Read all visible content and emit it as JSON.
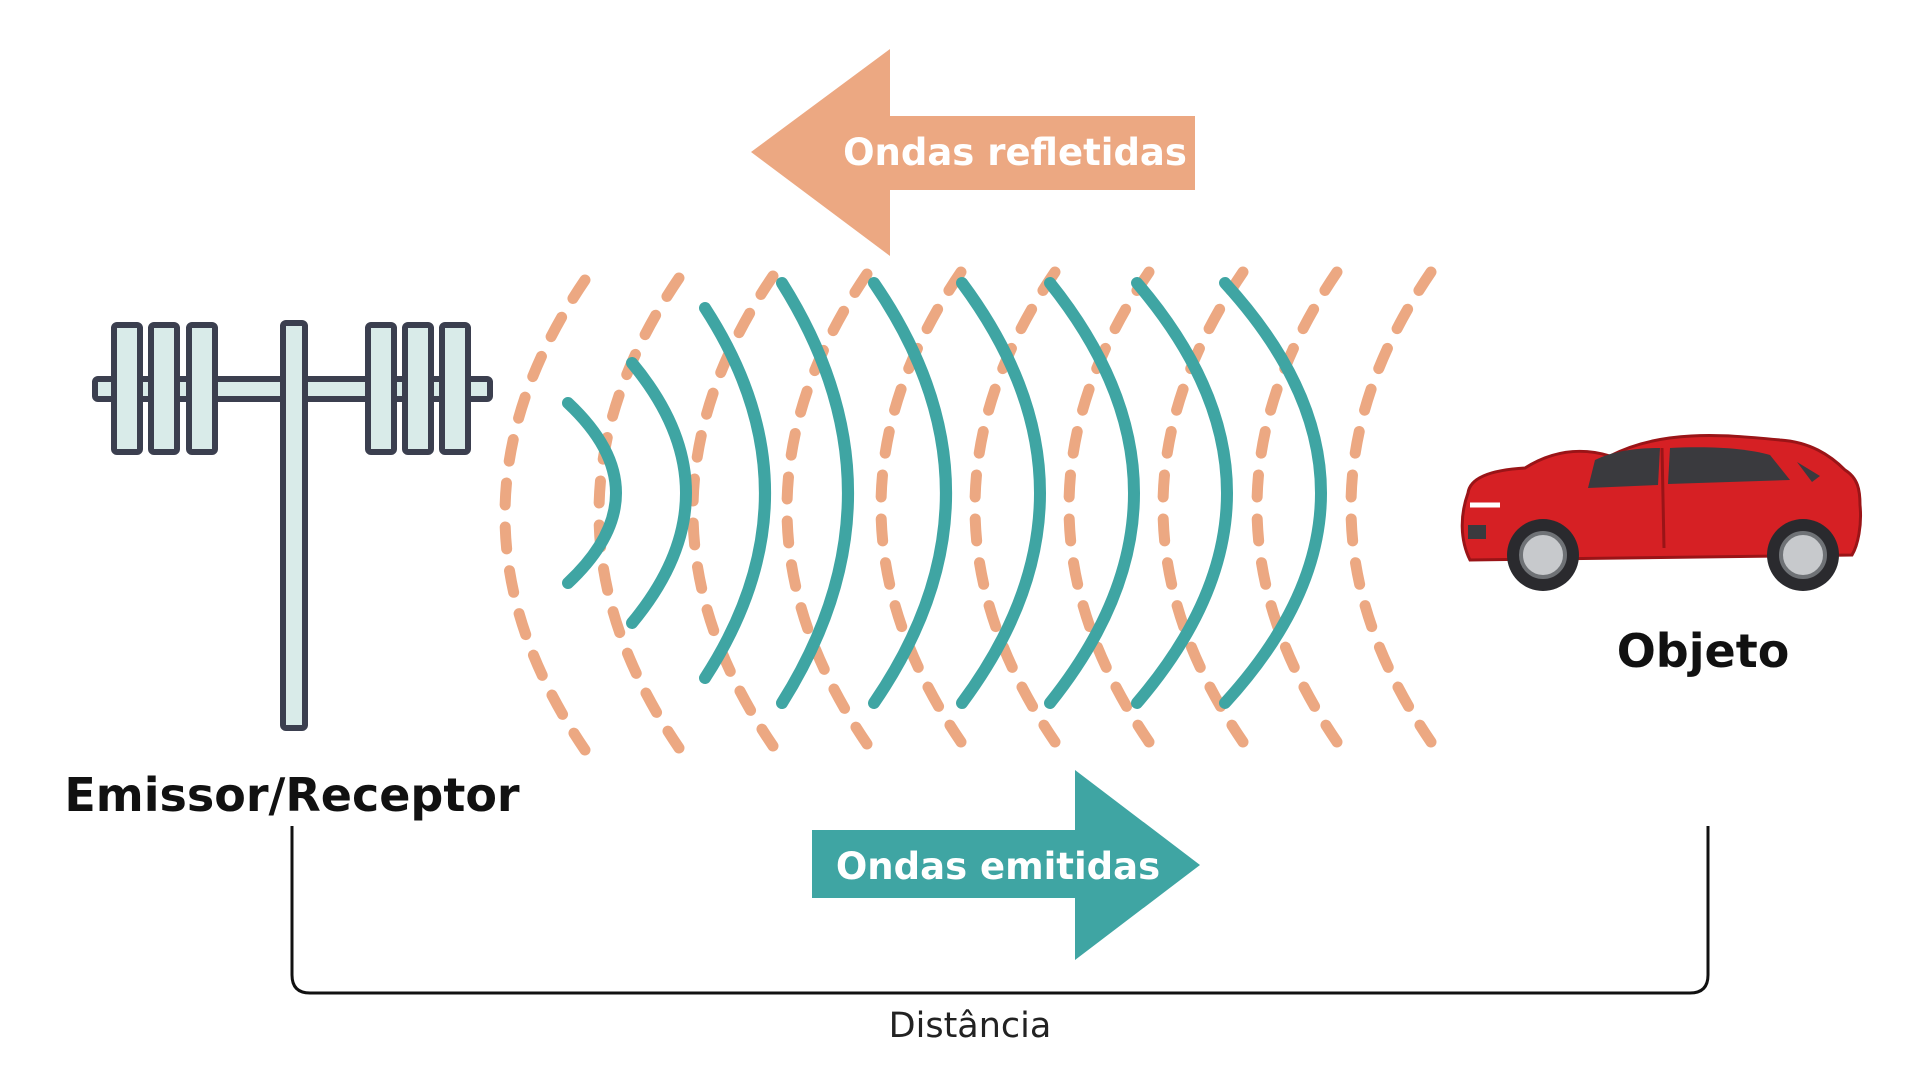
{
  "diagram": {
    "emitter_label": "Emissor/Receptor",
    "object_label": "Objeto",
    "reflected_label": "Ondas refletidas",
    "emitted_label": "Ondas emitidas",
    "distance_label": "Distância"
  },
  "colors": {
    "emitted": "#3fa5a3",
    "reflected": "#eca882",
    "antenna_outline": "#3b3f4f",
    "antenna_fill": "#d9ebe9",
    "car_body": "#d62024",
    "text": "#111111"
  },
  "icons": {
    "antenna": "antenna-icon",
    "car": "car-icon"
  },
  "waves": {
    "emitted_count": 9,
    "reflected_count": 10
  }
}
